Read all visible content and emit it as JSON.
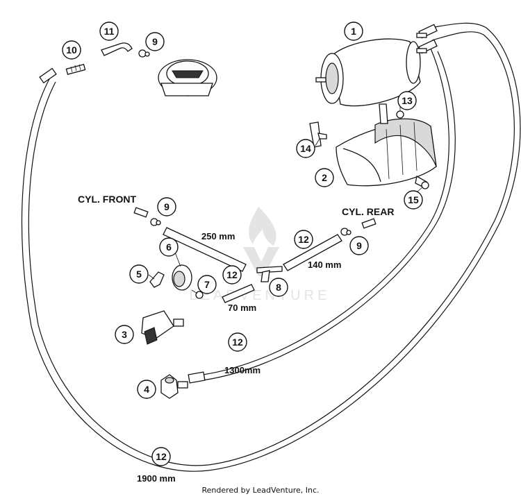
{
  "watermark": {
    "text": "LEADVENTURE"
  },
  "callouts": [
    {
      "id": "c1",
      "label": "1"
    },
    {
      "id": "c2",
      "label": "2"
    },
    {
      "id": "c3",
      "label": "3"
    },
    {
      "id": "c4",
      "label": "4"
    },
    {
      "id": "c5",
      "label": "5"
    },
    {
      "id": "c6",
      "label": "6"
    },
    {
      "id": "c7",
      "label": "7"
    },
    {
      "id": "c8",
      "label": "8"
    },
    {
      "id": "c9a",
      "label": "9"
    },
    {
      "id": "c9b",
      "label": "9"
    },
    {
      "id": "c9c",
      "label": "9"
    },
    {
      "id": "c10",
      "label": "10"
    },
    {
      "id": "c11",
      "label": "11"
    },
    {
      "id": "c12a",
      "label": "12"
    },
    {
      "id": "c12b",
      "label": "12"
    },
    {
      "id": "c12c",
      "label": "12"
    },
    {
      "id": "c12d",
      "label": "12"
    },
    {
      "id": "c13",
      "label": "13"
    },
    {
      "id": "c14",
      "label": "14"
    },
    {
      "id": "c15",
      "label": "15"
    }
  ],
  "labels": {
    "cyl_front": "CYL. FRONT",
    "cyl_rear": "CYL. REAR",
    "dim_250": "250 mm",
    "dim_140": "140 mm",
    "dim_70": "70 mm",
    "dim_1300": "1300mm",
    "dim_1900": "1900 mm"
  },
  "footer": {
    "credit": "Rendered by LeadVenture, Inc."
  }
}
